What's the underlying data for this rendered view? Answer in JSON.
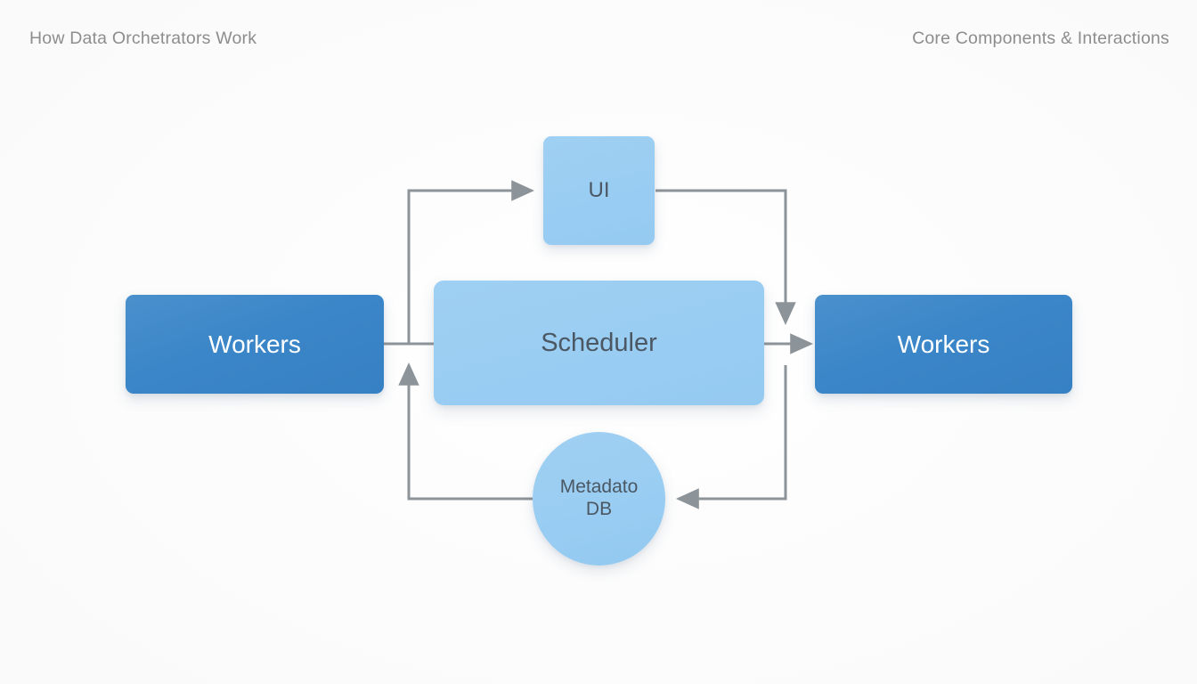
{
  "header": {
    "left_title": "How Data Orchetrators Work",
    "right_title": "Core Components & Interactions"
  },
  "diagram": {
    "nodes": [
      {
        "id": "workers-left",
        "label": "Workers",
        "shape": "rounded-rect",
        "fill": "#3b86c8",
        "text_color": "#ffffff"
      },
      {
        "id": "scheduler",
        "label": "Scheduler",
        "shape": "rounded-rect",
        "fill": "#9acdf2",
        "text_color": "#4b5763"
      },
      {
        "id": "ui",
        "label": "UI",
        "shape": "rounded-rect",
        "fill": "#9acdf2",
        "text_color": "#4b5763"
      },
      {
        "id": "metadata-db",
        "label": "Metadato\nDB",
        "shape": "circle",
        "fill": "#9acdf2",
        "text_color": "#4b5763"
      },
      {
        "id": "workers-right",
        "label": "Workers",
        "shape": "rounded-rect",
        "fill": "#3b86c8",
        "text_color": "#ffffff"
      }
    ],
    "connectors": [
      {
        "id": "scheduler-to-ui",
        "from": "scheduler",
        "to": "ui",
        "style": "elbow-up-right",
        "arrowhead": "right"
      },
      {
        "id": "ui-to-workers-right",
        "from": "ui",
        "to": "workers-right",
        "style": "elbow-right-down",
        "arrowhead": "down"
      },
      {
        "id": "workers-left-to-scheduler",
        "from": "workers-left",
        "to": "scheduler",
        "style": "straight",
        "arrowhead": "none"
      },
      {
        "id": "scheduler-to-workers-right",
        "from": "scheduler",
        "to": "workers-right",
        "style": "straight",
        "arrowhead": "right"
      },
      {
        "id": "metadata-db-to-scheduler",
        "from": "metadata-db",
        "to": "scheduler",
        "style": "elbow-left-up",
        "arrowhead": "up"
      },
      {
        "id": "workers-right-to-metadata",
        "from": "workers-right",
        "to": "metadata-db",
        "style": "elbow-down-left",
        "arrowhead": "left"
      }
    ],
    "line_color": "#8d9499",
    "line_width": 3
  },
  "colors": {
    "background": "#fdfdfd",
    "header_text": "#8d8d8d",
    "accent_dark_blue": "#3b86c8",
    "accent_light_blue": "#9acdf2",
    "node_text_dark": "#4b5763",
    "node_text_light": "#ffffff",
    "connector_gray": "#8d9499"
  }
}
